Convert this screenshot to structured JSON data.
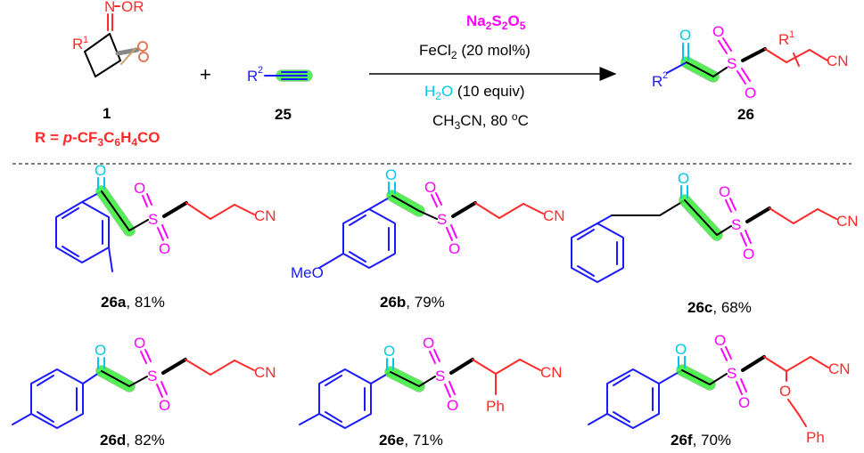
{
  "atoms": {
    "O": "O",
    "S": "S",
    "N": "N",
    "CN": "CN",
    "OR": "OR",
    "R": "R",
    "one": "1",
    "two": "2",
    "MeO": "MeO",
    "Ph": "Ph",
    "eq": "="
  },
  "reaction": {
    "reactant1": {
      "label": "1",
      "r_def": {
        "p": "p",
        "a": "-CF",
        "b": "3",
        "c": "C",
        "d": "6",
        "e": "H",
        "f": "4",
        "g": "CO"
      }
    },
    "plus": "+",
    "reactant2": {
      "label": "25"
    },
    "reagent1": {
      "base": "Na",
      "s1": "2",
      "mid": "S",
      "s2": "2",
      "o": "O",
      "s3": "5"
    },
    "reagent2": {
      "a": "FeCl",
      "s": "2",
      "b": " (20 mol%)"
    },
    "reagent3": {
      "a": "H",
      "s": "2",
      "b": "O",
      "c": " (10 equiv)"
    },
    "conditions": {
      "a": "CH",
      "s": "3",
      "b": "CN, 80 ",
      "sup": "o",
      "c": "C"
    },
    "product": {
      "label": "26"
    }
  },
  "products": [
    {
      "id": "26a",
      "yield": ", 81%"
    },
    {
      "id": "26b",
      "yield": ", 79%"
    },
    {
      "id": "26c",
      "yield": ", 68%"
    },
    {
      "id": "26d",
      "yield": ", 82%"
    },
    {
      "id": "26e",
      "yield": ", 71%"
    },
    {
      "id": "26f",
      "yield": ", 70%"
    }
  ],
  "colors": {
    "carbon_bonds": "#000000",
    "aryl": "#1a1aff",
    "nitrile_chain": "#ff2a2a",
    "sulfonyl": "#ff00ff",
    "carbonyl_oxygen": "#00c8e6",
    "alkyne_highlight": "#3cff3c"
  }
}
